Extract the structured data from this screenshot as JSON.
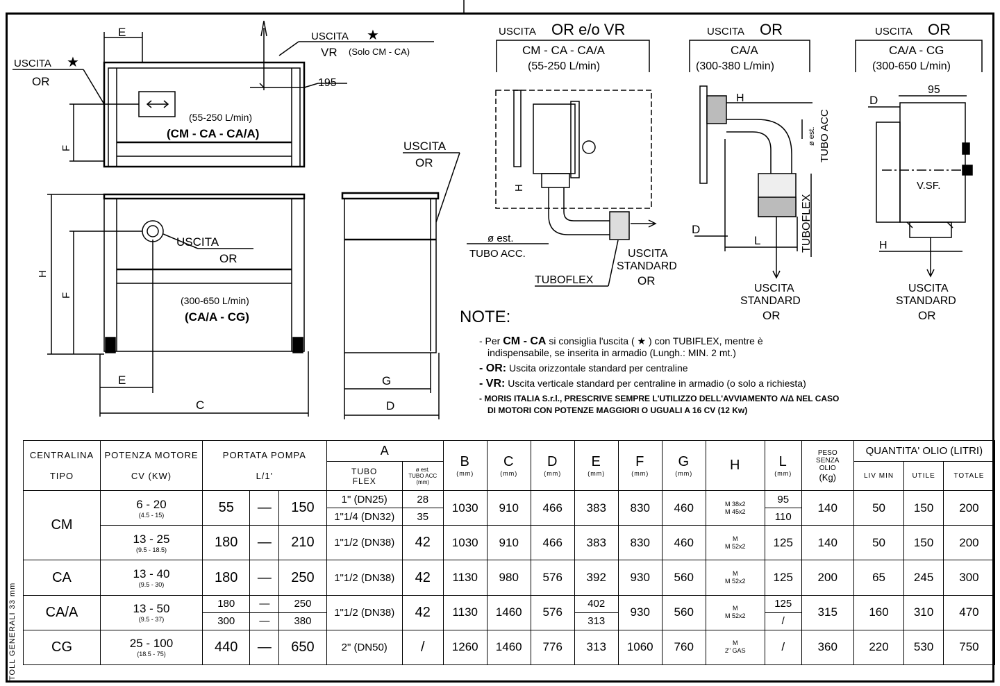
{
  "side_text": "TOLL GENERALI 33 mm",
  "left": {
    "top_view": {
      "dim_e": "E",
      "uscita_star": "USCITA",
      "star": "★",
      "or": "OR",
      "vr_uscita": "USCITA",
      "vr_label": "VR",
      "vr_note": "(Solo CM - CA)",
      "dim_195": "195",
      "flow": "(55-250 L/min)",
      "models": "(CM - CA - CA/A)",
      "dim_f": "F",
      "side_uscita": "USCITA",
      "side_or": "OR"
    },
    "front_view": {
      "uscita": "USCITA",
      "or": "OR",
      "flow": "(300-650 L/min)",
      "models": "(CA/A - CG)",
      "dim_h": "H",
      "dim_f": "F",
      "dim_e": "E",
      "dim_c": "C",
      "dim_g": "G",
      "dim_d": "D"
    }
  },
  "details": {
    "d1": {
      "heading_small": "USCITA",
      "heading_big": "OR e/o VR",
      "models": "CM - CA - CA/A",
      "flow": "(55-250 L/min)",
      "dim_h": "H",
      "est_label": "ø est.",
      "tubo_acc": "TUBO ACC.",
      "tuboflex": "TUBOFLEX",
      "out1": "USCITA",
      "out2": "STANDARD",
      "out3": "OR"
    },
    "d2": {
      "heading_small": "USCITA",
      "heading_big": "OR",
      "models": "CA/A",
      "flow": "(300-380 L/min)",
      "dim_h": "H",
      "est_label": "ø est.",
      "tubo_acc": "TUBO ACC",
      "tuboflex": "TUBOFLEX",
      "dim_d": "D",
      "dim_l": "L",
      "out1": "USCITA",
      "out2": "STANDARD",
      "out3": "OR"
    },
    "d3": {
      "heading_small": "USCITA",
      "heading_big": "OR",
      "models": "CA/A - CG",
      "flow": "(300-650 L/min)",
      "dim_d": "D",
      "dim_95": "95",
      "vsf": "V.SF.",
      "dim_h": "H",
      "out1": "USCITA",
      "out2": "STANDARD",
      "out3": "OR"
    }
  },
  "notes": {
    "title": "NOTE:",
    "n1a": "- Per ",
    "n1b": "CM - CA",
    "n1c": " si consiglia l'uscita ( ★ ) con TUBIFLEX, mentre è",
    "n1d": "indispensabile, se inserita in armadio (Lungh.: MIN. 2 mt.)",
    "n2a": "- OR:",
    "n2b": " Uscita orizzontale standard per centraline",
    "n3a": "- VR:",
    "n3b": " Uscita verticale standard per centraline in armadio (o solo a richiesta)",
    "n4a": "- MORIS ITALIA S.r.l., PRESCRIVE SEMPRE L'UTILIZZO DELL'AVVIAMENTO  Λ/Δ NEL CASO",
    "n4b": "DI MOTORI CON POTENZE MAGGIORI O UGUALI A 16 CV (12 Kw)"
  },
  "table": {
    "h_centralina": "CENTRALINA",
    "h_tipo": "TIPO",
    "h_potenza": "POTENZA MOTORE",
    "h_cv": "CV (KW)",
    "h_portata": "PORTATA POMPA",
    "h_lt": "L/1'",
    "h_a": "A",
    "h_tubo": "TUBO",
    "h_flex": "FLEX",
    "h_est1": "ø est.",
    "h_est2": "TUBO ACC",
    "h_est3": "(mm)",
    "h_b": "B",
    "h_c": "C",
    "h_d": "D",
    "h_e": "E",
    "h_f": "F",
    "h_g": "G",
    "h_h": "H",
    "h_l": "L",
    "h_mm": "(mm)",
    "h_peso1": "PESO",
    "h_peso2": "SENZA",
    "h_peso3": "OLIO",
    "h_peso4": "(Kg)",
    "h_olio": "QUANTITA' OLIO (LITRI)",
    "h_livmin": "LIV MIN",
    "h_utile": "UTILE",
    "h_totale": "TOTALE",
    "cm": "CM",
    "ca": "CA",
    "caa": "CA/A",
    "cg": "CG",
    "dash": "—",
    "r1": {
      "cv": "6 - 20",
      "kw": "(4.5 - 15)",
      "p1": "55",
      "p2": "150",
      "tubo_a": "1\" (DN25)",
      "est_a": "28",
      "tubo_b": "1\"1/4 (DN32)",
      "est_b": "35",
      "b": "1030",
      "c": "910",
      "d": "466",
      "e": "383",
      "f": "830",
      "g": "460",
      "h1": "M 38x2",
      "h2": "M 45x2",
      "l1": "95",
      "l2": "110",
      "peso": "140",
      "livmin": "50",
      "utile": "150",
      "totale": "200"
    },
    "r2": {
      "cv": "13 - 25",
      "kw": "(9.5 - 18.5)",
      "p1": "180",
      "p2": "210",
      "tubo": "1\"1/2 (DN38)",
      "est": "42",
      "b": "1030",
      "c": "910",
      "d": "466",
      "e": "383",
      "f": "830",
      "g": "460",
      "h1": "M",
      "h2": "M 52x2",
      "l": "125",
      "peso": "140",
      "livmin": "50",
      "utile": "150",
      "totale": "200"
    },
    "r3": {
      "cv": "13 - 40",
      "kw": "(9.5 - 30)",
      "p1": "180",
      "p2": "250",
      "tubo": "1\"1/2 (DN38)",
      "est": "42",
      "b": "1130",
      "c": "980",
      "d": "576",
      "e": "392",
      "f": "930",
      "g": "560",
      "h1": "M",
      "h2": "M 52x2",
      "l": "125",
      "peso": "200",
      "livmin": "65",
      "utile": "245",
      "totale": "300"
    },
    "r4": {
      "cv": "13 - 50",
      "kw": "(9.5 - 37)",
      "p1a": "180",
      "p2a": "250",
      "p1b": "300",
      "p2b": "380",
      "tubo": "1\"1/2 (DN38)",
      "est": "42",
      "b": "1130",
      "c": "1460",
      "d": "576",
      "e1": "402",
      "e2": "313",
      "f": "930",
      "g": "560",
      "h1": "M",
      "h2": "M 52x2",
      "l1": "125",
      "l2": "/",
      "peso": "315",
      "livmin": "160",
      "utile": "310",
      "totale": "470"
    },
    "r5": {
      "cv": "25 - 100",
      "kw": "(18.5 - 75)",
      "p1": "440",
      "p2": "650",
      "tubo": "2\" (DN50)",
      "est": "/",
      "b": "1260",
      "c": "1460",
      "d": "776",
      "e": "313",
      "f": "1060",
      "g": "760",
      "h1": "M",
      "h2": "2\" GAS",
      "l": "/",
      "peso": "360",
      "livmin": "220",
      "utile": "530",
      "totale": "750"
    }
  }
}
